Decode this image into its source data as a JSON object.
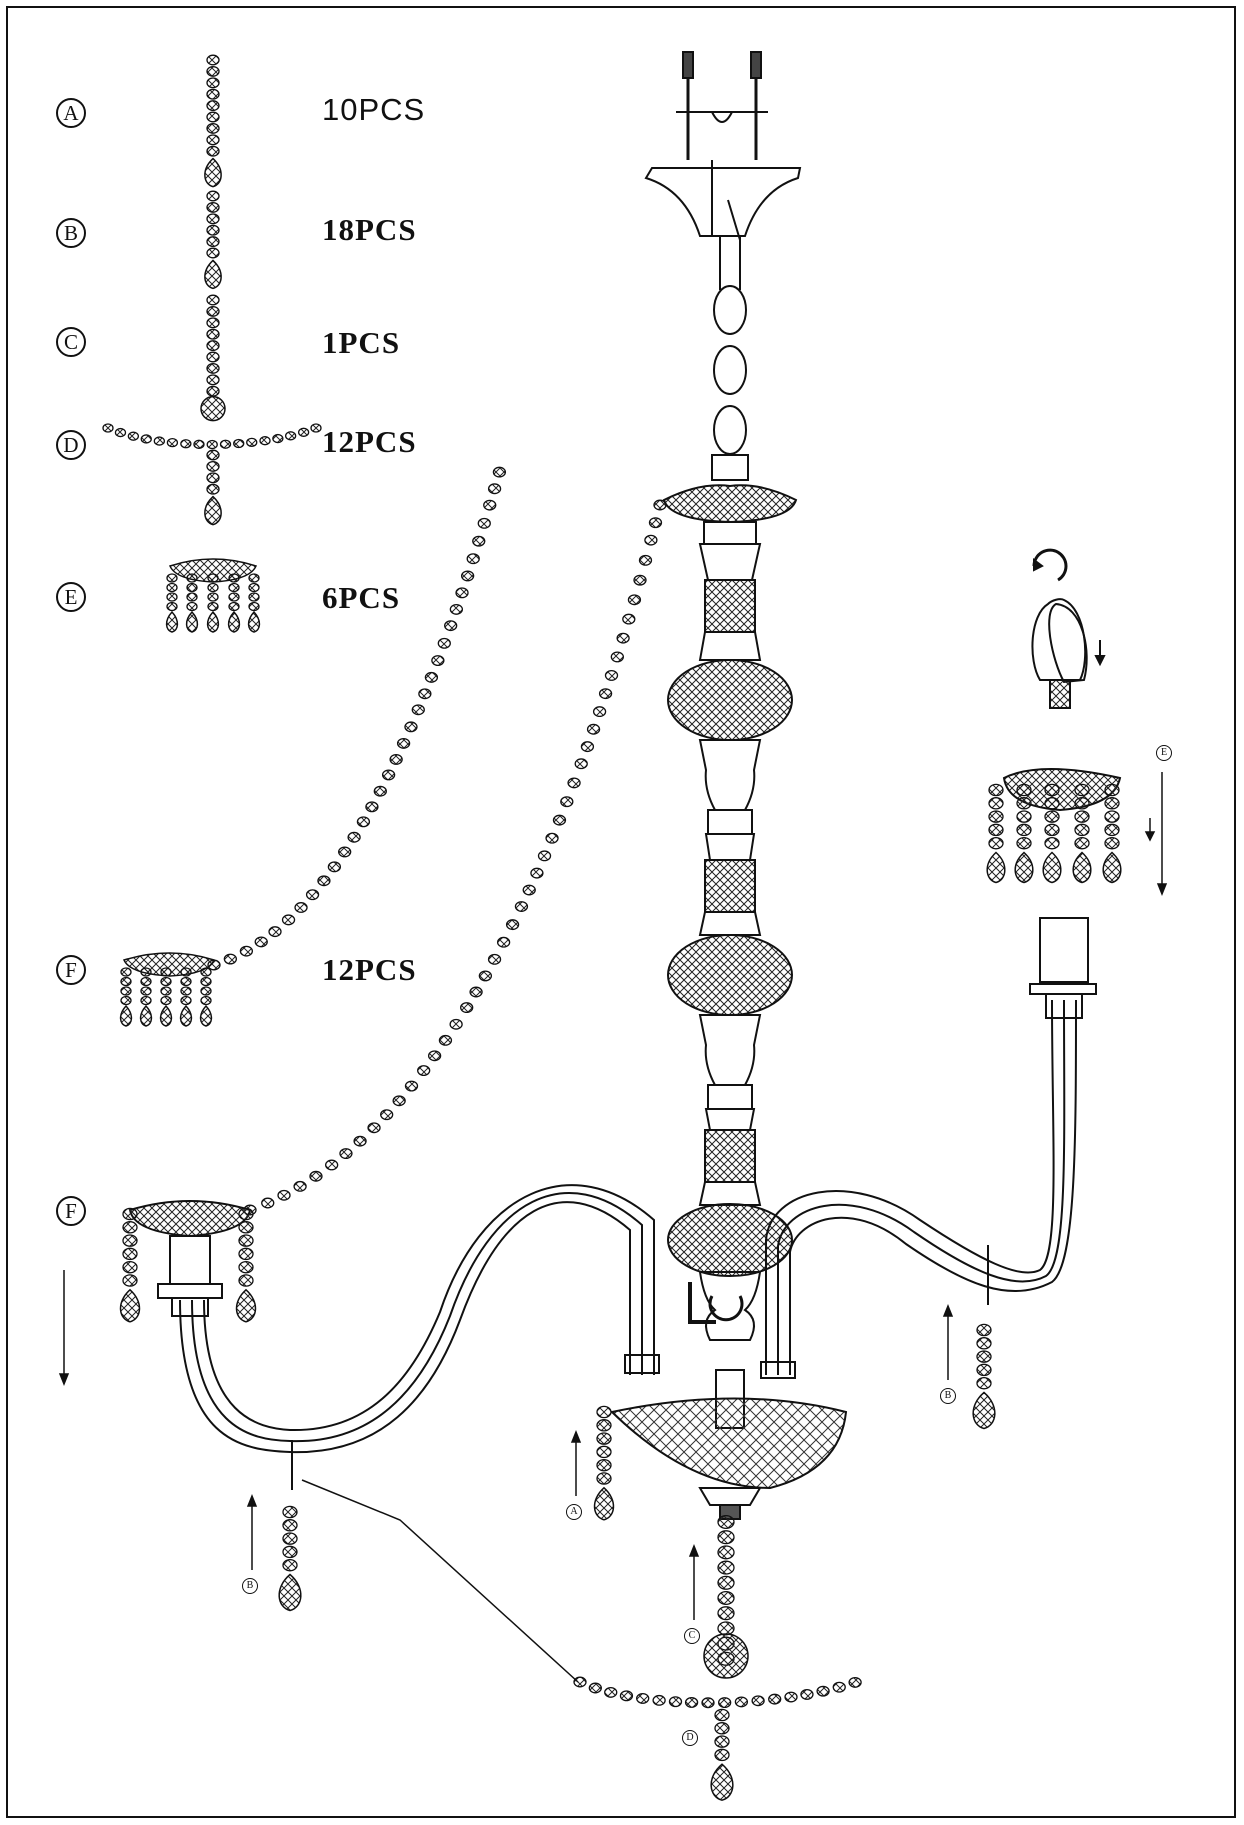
{
  "legend": [
    {
      "letter": "A",
      "quantity": "10PCS"
    },
    {
      "letter": "B",
      "quantity": "18PCS"
    },
    {
      "letter": "C",
      "quantity": "1PCS"
    },
    {
      "letter": "D",
      "quantity": "12PCS"
    },
    {
      "letter": "E",
      "quantity": "6PCS"
    },
    {
      "letter": "F",
      "quantity": "12PCS"
    }
  ],
  "callouts": {
    "e_right": "E",
    "f_left": "F",
    "b_left": "B",
    "a_center": "A",
    "c_center": "C",
    "b_right": "B",
    "d_bottom": "D"
  }
}
